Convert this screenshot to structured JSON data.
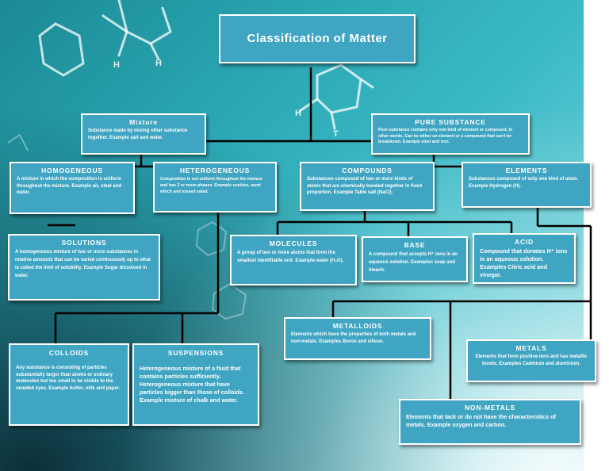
{
  "title": "Classification of Matter",
  "nodes": {
    "mixture": {
      "title": "Mixture",
      "text": "Substance made by mixing other substance together. Example salt and water."
    },
    "pure_substance": {
      "title": "PURE SUBSTANCE",
      "text": "Pure substance contains only one kind of element or compound. In other words, Can be either an element or a compound that can't be breakdown. Example steel and iron."
    },
    "homogeneous": {
      "title": "HOMOGENEOUS",
      "text": "A mixture in which the composition is uniform throughout the mixture. Example air, steel and water."
    },
    "heterogeneous": {
      "title": "HETEROGENEOUS",
      "text": "Composition is not uniform throughout the mixture and has 2 or more phases. Example cookies, sand which  and tossed salad."
    },
    "compounds": {
      "title": "COMPOUNDS",
      "text": "Substances composed of two or more kinds of atoms that are chemically bonded together in fixed proportion. Example Table salt (NaCl)."
    },
    "elements": {
      "title": "ELEMENTS",
      "text": "Substances composed of only one kind of atom. Example Hydrogen (H)."
    },
    "solutions": {
      "title": "SOLUTIONS",
      "text": "A homogeneous mixture of two or more substances in relative amounts that can be varied continuously up to what is called the limit of solubility. Example Sugar dissolved in water."
    },
    "molecules": {
      "title": "MOLECULES",
      "text": "A group of two or more atoms that form the smallest identifiable unit. Example water (H₂O)."
    },
    "base": {
      "title": "BASE",
      "text": "A compound that accepts H⁺ ions in an aqueous solution. Examples soap and bleach."
    },
    "acid": {
      "title": "ACID",
      "text": "Compound that donates H⁺ ions in an aqueous solution. Examples Citric acid and vinegar."
    },
    "metalloids": {
      "title": "METALLOIDS",
      "text": "Elements which have the properties of both metals and non-metals. Examples Boron and silicon."
    },
    "metals": {
      "title": "METALS",
      "text": "Elements that form positive ions and has metallic bonds. Examples Cadmium and aluminium."
    },
    "colloids": {
      "title": "COLLOIDS",
      "text": "Any substance is consisting of particles substantially larger than atoms or ordinary molecules but too small to be visible to the unaided eyes. Example butter, milk  and paper."
    },
    "suspensions": {
      "title": "SUSPENSIONS",
      "text": "Heterogeneous mixture of a fluid that contains particles sufficiently. Heterogeneous  mixture that have particles bigger than those of colloids. Example  mixture of chalk and water."
    },
    "non_metals": {
      "title": "NON-METALS",
      "text": "Elements that lack or do not have the characteristics of metals. Example oxygen and carbon."
    }
  },
  "colors": {
    "box": "#3fa5c2",
    "border": "#ffffff",
    "connector": "#000000"
  }
}
